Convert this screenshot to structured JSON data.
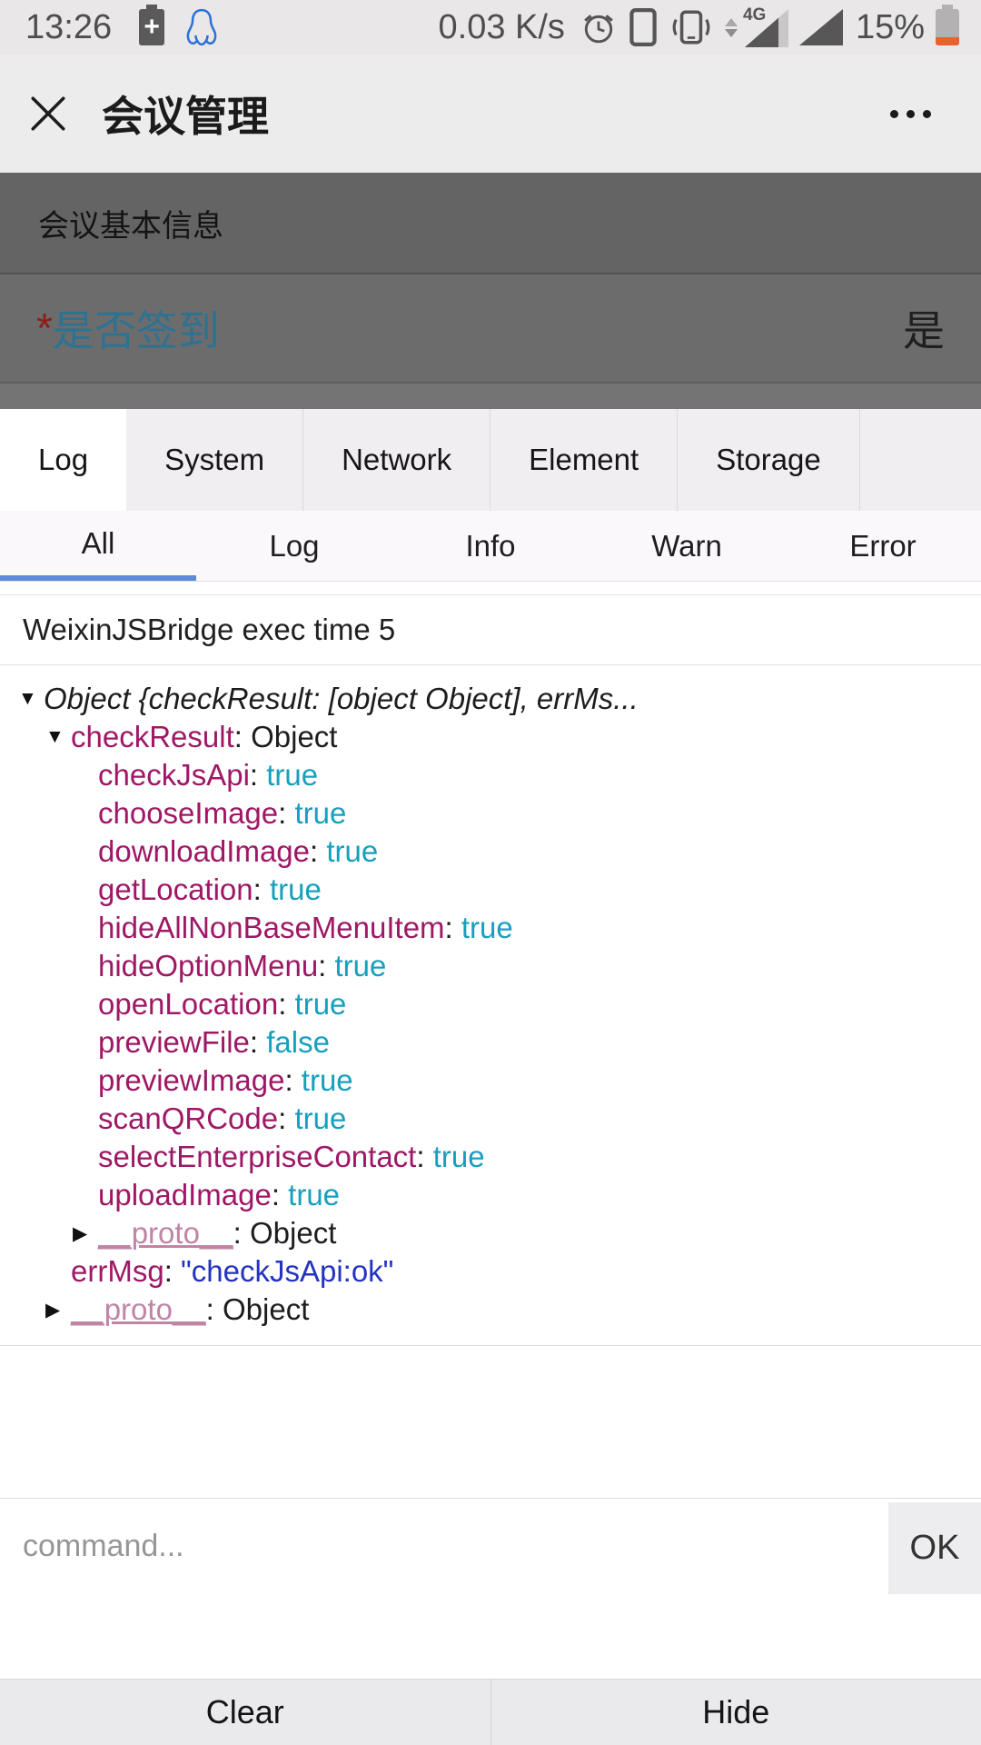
{
  "status_bar": {
    "time": "13:26",
    "net_speed": "0.03 K/s",
    "battery_percent": "15%",
    "network_type": "4G"
  },
  "header": {
    "title": "会议管理"
  },
  "page": {
    "section_title": "会议基本信息",
    "field": {
      "required_mark": "*",
      "label": "是否签到",
      "value": "是"
    }
  },
  "vconsole": {
    "tabs": [
      {
        "label": "Log",
        "active": true
      },
      {
        "label": "System",
        "active": false
      },
      {
        "label": "Network",
        "active": false
      },
      {
        "label": "Element",
        "active": false
      },
      {
        "label": "Storage",
        "active": false
      }
    ],
    "subtabs": [
      {
        "label": "All",
        "active": true
      },
      {
        "label": "Log",
        "active": false
      },
      {
        "label": "Info",
        "active": false
      },
      {
        "label": "Warn",
        "active": false
      },
      {
        "label": "Error",
        "active": false
      }
    ],
    "log_entry": "WeixinJSBridge exec time 5",
    "tree": [
      {
        "indent": 0,
        "arrow": "down",
        "parts": [
          {
            "text": "Object {checkResult: [object Object], errMs...",
            "type": "italic"
          }
        ]
      },
      {
        "indent": 1,
        "arrow": "down",
        "parts": [
          {
            "text": "checkResult",
            "type": "key"
          },
          {
            "text": ": ",
            "type": "plain"
          },
          {
            "text": "Object",
            "type": "plain"
          }
        ]
      },
      {
        "indent": 2,
        "arrow": "",
        "parts": [
          {
            "text": "checkJsApi",
            "type": "key"
          },
          {
            "text": ": ",
            "type": "plain"
          },
          {
            "text": "true",
            "type": "bool"
          }
        ]
      },
      {
        "indent": 2,
        "arrow": "",
        "parts": [
          {
            "text": "chooseImage",
            "type": "key"
          },
          {
            "text": ": ",
            "type": "plain"
          },
          {
            "text": "true",
            "type": "bool"
          }
        ]
      },
      {
        "indent": 2,
        "arrow": "",
        "parts": [
          {
            "text": "downloadImage",
            "type": "key"
          },
          {
            "text": ": ",
            "type": "plain"
          },
          {
            "text": "true",
            "type": "bool"
          }
        ]
      },
      {
        "indent": 2,
        "arrow": "",
        "parts": [
          {
            "text": "getLocation",
            "type": "key"
          },
          {
            "text": ": ",
            "type": "plain"
          },
          {
            "text": "true",
            "type": "bool"
          }
        ]
      },
      {
        "indent": 2,
        "arrow": "",
        "parts": [
          {
            "text": "hideAllNonBaseMenuItem",
            "type": "key"
          },
          {
            "text": ": ",
            "type": "plain"
          },
          {
            "text": "true",
            "type": "bool"
          }
        ]
      },
      {
        "indent": 2,
        "arrow": "",
        "parts": [
          {
            "text": "hideOptionMenu",
            "type": "key"
          },
          {
            "text": ": ",
            "type": "plain"
          },
          {
            "text": "true",
            "type": "bool"
          }
        ]
      },
      {
        "indent": 2,
        "arrow": "",
        "parts": [
          {
            "text": "openLocation",
            "type": "key"
          },
          {
            "text": ": ",
            "type": "plain"
          },
          {
            "text": "true",
            "type": "bool"
          }
        ]
      },
      {
        "indent": 2,
        "arrow": "",
        "parts": [
          {
            "text": "previewFile",
            "type": "key"
          },
          {
            "text": ": ",
            "type": "plain"
          },
          {
            "text": "false",
            "type": "bool"
          }
        ]
      },
      {
        "indent": 2,
        "arrow": "",
        "parts": [
          {
            "text": "previewImage",
            "type": "key"
          },
          {
            "text": ": ",
            "type": "plain"
          },
          {
            "text": "true",
            "type": "bool"
          }
        ]
      },
      {
        "indent": 2,
        "arrow": "",
        "parts": [
          {
            "text": "scanQRCode",
            "type": "key"
          },
          {
            "text": ": ",
            "type": "plain"
          },
          {
            "text": "true",
            "type": "bool"
          }
        ]
      },
      {
        "indent": 2,
        "arrow": "",
        "parts": [
          {
            "text": "selectEnterpriseContact",
            "type": "key"
          },
          {
            "text": ": ",
            "type": "plain"
          },
          {
            "text": "true",
            "type": "bool"
          }
        ]
      },
      {
        "indent": 2,
        "arrow": "",
        "parts": [
          {
            "text": "uploadImage",
            "type": "key"
          },
          {
            "text": ": ",
            "type": "plain"
          },
          {
            "text": "true",
            "type": "bool"
          }
        ]
      },
      {
        "indent": 2,
        "arrow": "right",
        "parts": [
          {
            "text": "__proto__",
            "type": "proto"
          },
          {
            "text": ": ",
            "type": "plain"
          },
          {
            "text": "Object",
            "type": "plain"
          }
        ]
      },
      {
        "indent": 1,
        "arrow": "",
        "parts": [
          {
            "text": "errMsg",
            "type": "key"
          },
          {
            "text": ": ",
            "type": "plain"
          },
          {
            "text": "\"checkJsApi:ok\"",
            "type": "string"
          }
        ]
      },
      {
        "indent": 1,
        "arrow": "right",
        "parts": [
          {
            "text": "__proto__",
            "type": "proto"
          },
          {
            "text": ": ",
            "type": "plain"
          },
          {
            "text": "Object",
            "type": "plain"
          }
        ]
      }
    ],
    "command": {
      "placeholder": "command...",
      "ok_label": "OK"
    },
    "toolbar": {
      "clear_label": "Clear",
      "hide_label": "Hide"
    }
  },
  "colors": {
    "accent_underline": "#5b8bd8",
    "key": "#9e1866",
    "bool": "#17a0bd",
    "string": "#2433c0",
    "proto": "#c084a6",
    "battery_low": "#e8622e",
    "qq_icon": "#2b72d9"
  }
}
